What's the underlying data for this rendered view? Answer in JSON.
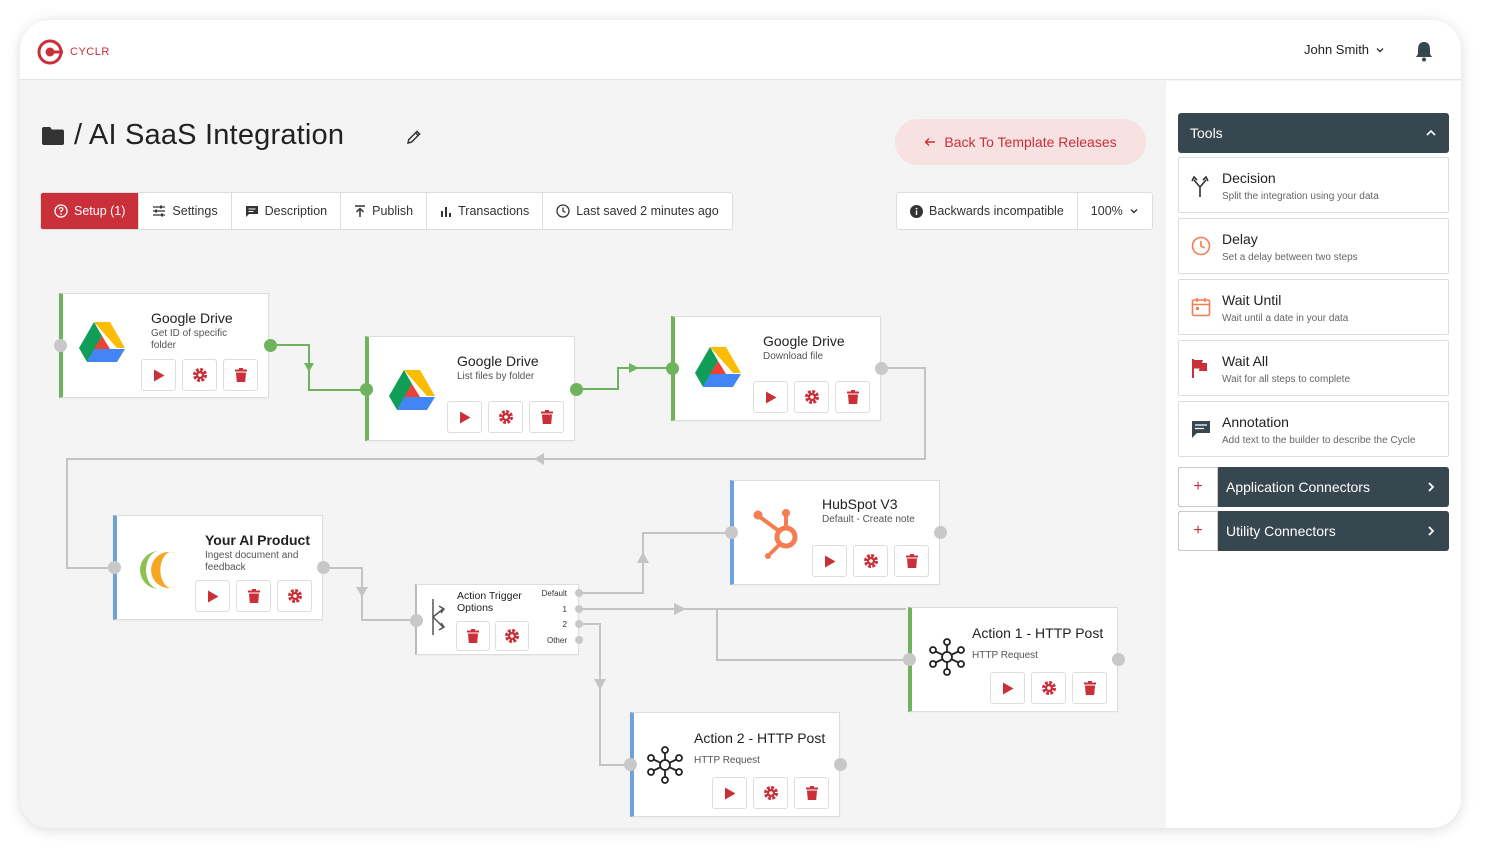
{
  "app": {
    "brand": "CYCLR",
    "user": "John Smith",
    "accent": "#c9303a",
    "dark": "#37474f",
    "green": "#6fb35e",
    "blue": "#6ea2d8"
  },
  "header": {
    "title": "/ AI SaaS Integration",
    "back_label": "Back To Template Releases"
  },
  "toolbar": {
    "setup": "Setup (1)",
    "settings": "Settings",
    "description": "Description",
    "publish": "Publish",
    "transactions": "Transactions",
    "last_saved": "Last saved 2 minutes ago",
    "compat": "Backwards incompatible",
    "zoom": "100%"
  },
  "nodes": {
    "gd1": {
      "title": "Google Drive",
      "sub": "Get ID of specific folder"
    },
    "gd2": {
      "title": "Google Drive",
      "sub": "List files by folder"
    },
    "gd3": {
      "title": "Google Drive",
      "sub": "Download file"
    },
    "ai": {
      "title": "Your AI Product",
      "sub": "Ingest document and feedback"
    },
    "trigger": {
      "title": "Action Trigger Options",
      "ports": [
        "Default",
        "1",
        "2",
        "Other"
      ]
    },
    "hub": {
      "title": "HubSpot V3",
      "sub": "Default - Create note"
    },
    "a1": {
      "title": "Action 1 - HTTP Post",
      "sub": "HTTP Request"
    },
    "a2": {
      "title": "Action 2 - HTTP Post",
      "sub": "HTTP Request"
    }
  },
  "sidebar": {
    "tools_label": "Tools",
    "tools": [
      {
        "title": "Decision",
        "sub": "Split the integration using your data",
        "icon": "fork-icon"
      },
      {
        "title": "Delay",
        "sub": "Set a delay between two steps",
        "icon": "clock-icon"
      },
      {
        "title": "Wait Until",
        "sub": "Wait until a date in your data",
        "icon": "calendar-icon"
      },
      {
        "title": "Wait All",
        "sub": "Wait for all steps to complete",
        "icon": "flag-icon"
      },
      {
        "title": "Annotation",
        "sub": "Add text to the builder to describe the Cycle",
        "icon": "comment-icon"
      }
    ],
    "app_connectors": "Application Connectors",
    "utility_connectors": "Utility Connectors"
  }
}
